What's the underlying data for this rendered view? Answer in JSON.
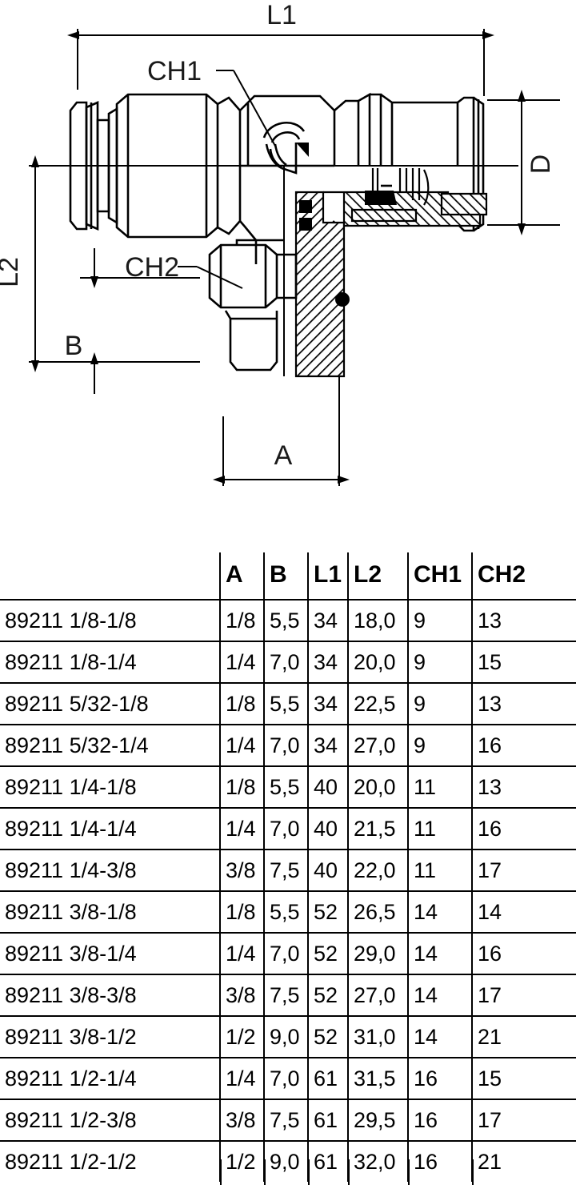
{
  "drawing": {
    "title": "Push-in T-fitting cross-section drawing",
    "dimension_labels": {
      "l1": "L1",
      "l2": "L2",
      "d": "D",
      "a": "A",
      "b": "B",
      "ch1": "CH1",
      "ch2": "CH2"
    }
  },
  "table": {
    "columns": [
      "",
      "A",
      "B",
      "L1",
      "L2",
      "CH1",
      "CH2"
    ],
    "rows": [
      {
        "name": "89211 1/8-1/8",
        "A": "1/8",
        "B": "5,5",
        "L1": "34",
        "L2": "18,0",
        "CH1": "9",
        "CH2": "13"
      },
      {
        "name": "89211 1/8-1/4",
        "A": "1/4",
        "B": "7,0",
        "L1": "34",
        "L2": "20,0",
        "CH1": "9",
        "CH2": "15"
      },
      {
        "name": "89211 5/32-1/8",
        "A": "1/8",
        "B": "5,5",
        "L1": "34",
        "L2": "22,5",
        "CH1": "9",
        "CH2": "13"
      },
      {
        "name": "89211 5/32-1/4",
        "A": "1/4",
        "B": "7,0",
        "L1": "34",
        "L2": "27,0",
        "CH1": "9",
        "CH2": "16"
      },
      {
        "name": "89211 1/4-1/8",
        "A": "1/8",
        "B": "5,5",
        "L1": "40",
        "L2": "20,0",
        "CH1": "11",
        "CH2": "13"
      },
      {
        "name": "89211 1/4-1/4",
        "A": "1/4",
        "B": "7,0",
        "L1": "40",
        "L2": "21,5",
        "CH1": "11",
        "CH2": "16"
      },
      {
        "name": "89211 1/4-3/8",
        "A": "3/8",
        "B": "7,5",
        "L1": "40",
        "L2": "22,0",
        "CH1": "11",
        "CH2": "17"
      },
      {
        "name": "89211 3/8-1/8",
        "A": "1/8",
        "B": "5,5",
        "L1": "52",
        "L2": "26,5",
        "CH1": "14",
        "CH2": "14"
      },
      {
        "name": "89211 3/8-1/4",
        "A": "1/4",
        "B": "7,0",
        "L1": "52",
        "L2": "29,0",
        "CH1": "14",
        "CH2": "16"
      },
      {
        "name": "89211 3/8-3/8",
        "A": "3/8",
        "B": "7,5",
        "L1": "52",
        "L2": "27,0",
        "CH1": "14",
        "CH2": "17"
      },
      {
        "name": "89211 3/8-1/2",
        "A": "1/2",
        "B": "9,0",
        "L1": "52",
        "L2": "31,0",
        "CH1": "14",
        "CH2": "21"
      },
      {
        "name": "89211 1/2-1/4",
        "A": "1/4",
        "B": "7,0",
        "L1": "61",
        "L2": "31,5",
        "CH1": "16",
        "CH2": "15"
      },
      {
        "name": "89211 1/2-3/8",
        "A": "3/8",
        "B": "7,5",
        "L1": "61",
        "L2": "29,5",
        "CH1": "16",
        "CH2": "17"
      },
      {
        "name": "89211 1/2-1/2",
        "A": "1/2",
        "B": "9,0",
        "L1": "61",
        "L2": "32,0",
        "CH1": "16",
        "CH2": "21"
      }
    ]
  },
  "colors": {
    "line": "#000000",
    "text": "#1a1a1a",
    "background": "#ffffff"
  }
}
